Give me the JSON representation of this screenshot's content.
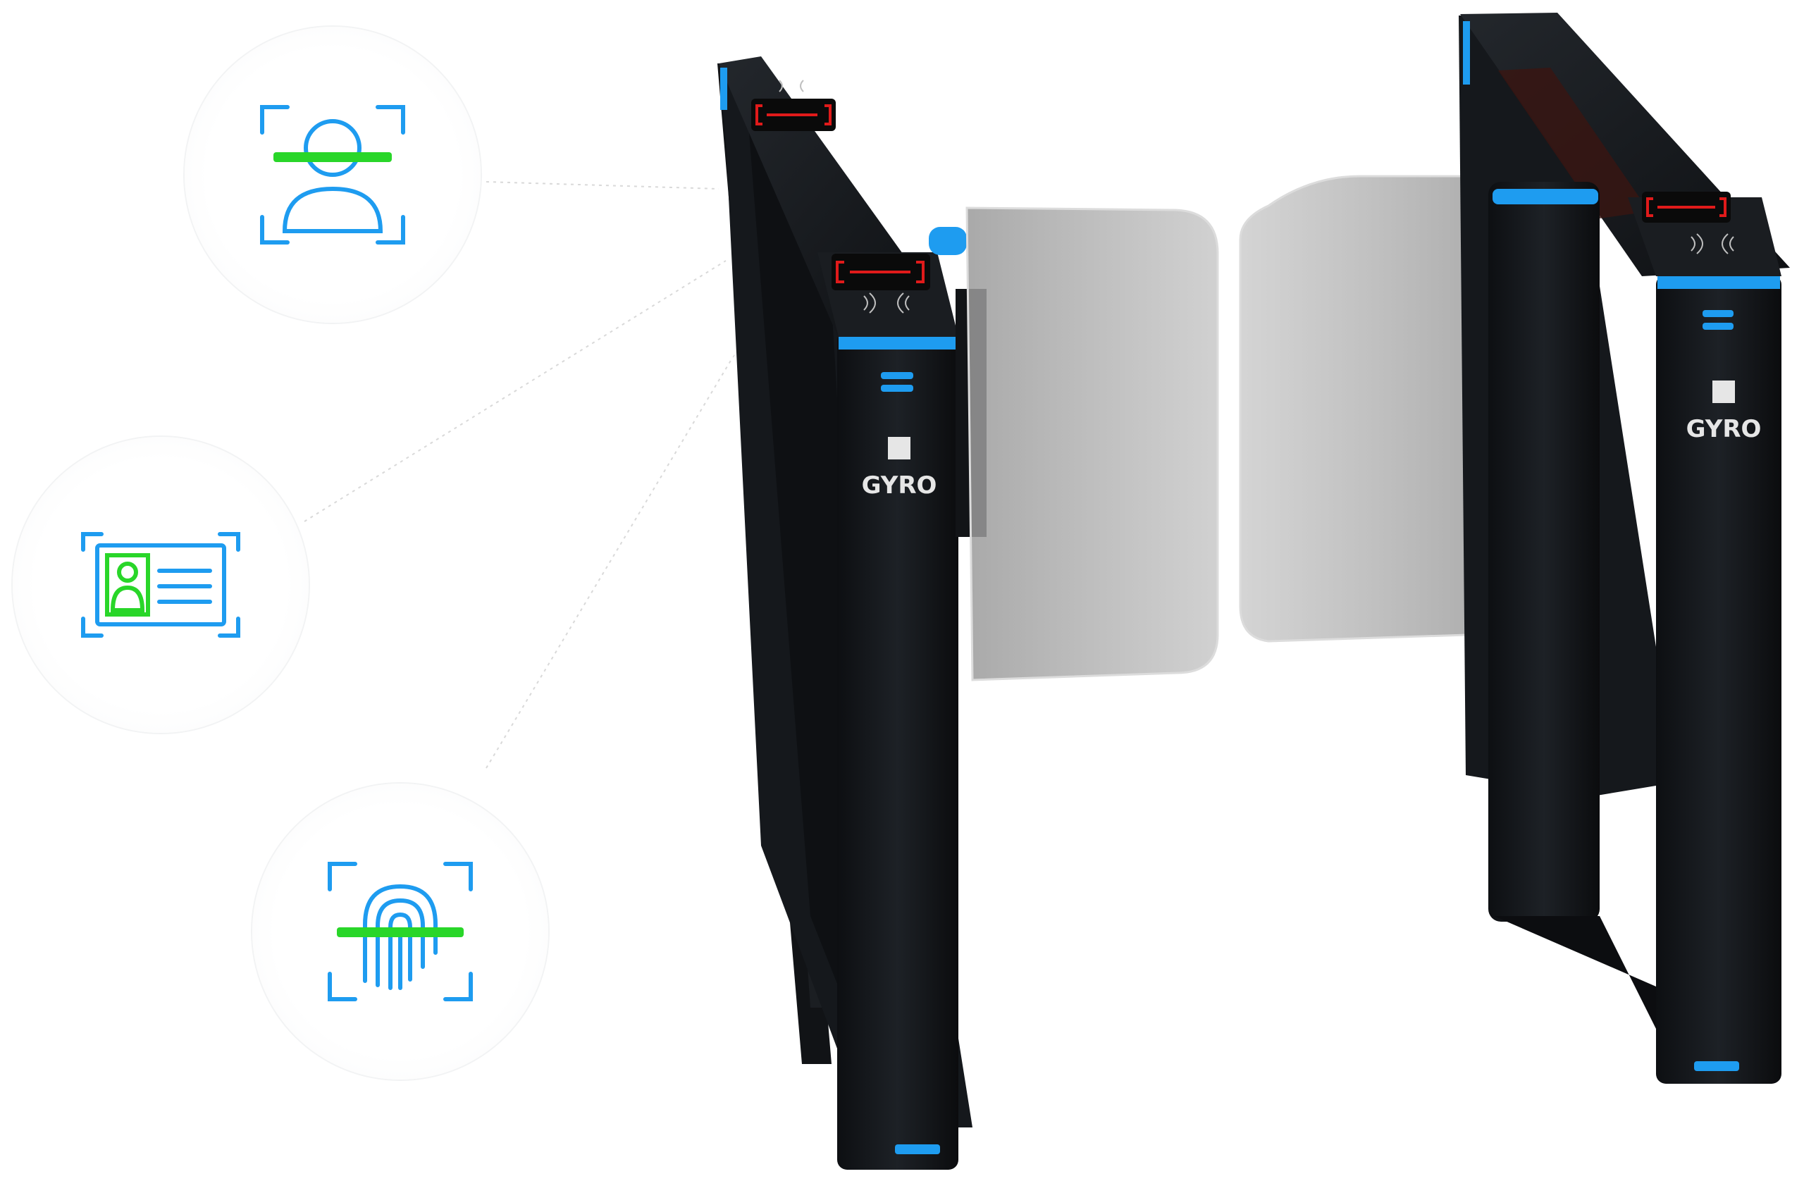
{
  "brand": {
    "name": "GYRO",
    "accent_color": "#1e9cf0",
    "scan_color": "#29d629",
    "display_color": "#e01a1a"
  },
  "features": [
    {
      "name": "face-recognition",
      "icon": "face-scan-icon"
    },
    {
      "name": "id-card",
      "icon": "id-card-icon"
    },
    {
      "name": "fingerprint",
      "icon": "fingerprint-scan-icon"
    }
  ],
  "gate": {
    "left_logo_text": "GYRO",
    "right_logo_text": "GYRO"
  }
}
